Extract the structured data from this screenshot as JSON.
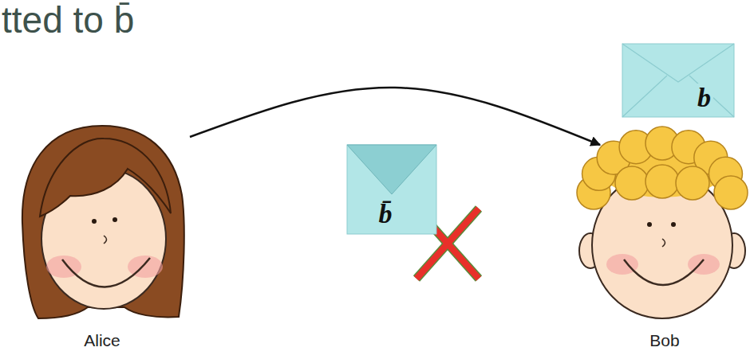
{
  "diagram": {
    "title": "tted to b̄",
    "nodes": [
      {
        "text": [
          "Alice"
        ]
      },
      {
        "text": [
          "b̄"
        ]
      },
      {
        "text": [
          "b"
        ]
      },
      {
        "text": [
          "Bob"
        ]
      }
    ],
    "edges": [
      {
        "from": 0,
        "to": 3,
        "arrow": "to"
      }
    ]
  }
}
